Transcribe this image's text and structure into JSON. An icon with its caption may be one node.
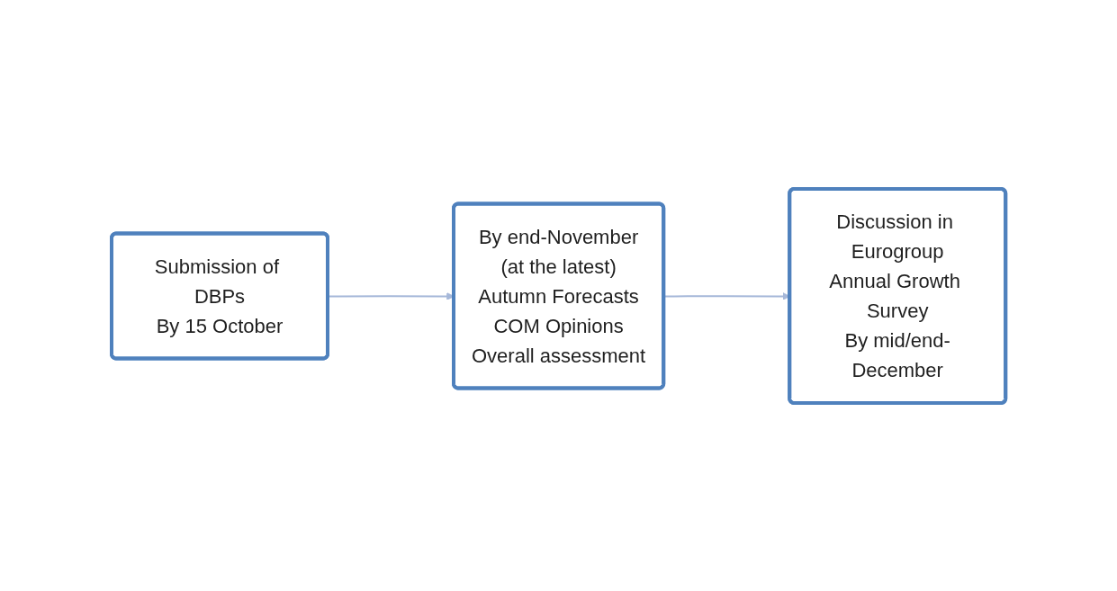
{
  "diagram": {
    "nodes": [
      {
        "text": [
          "Submission of DBPs",
          "By 15 October"
        ]
      },
      {
        "text": [
          "By end-November",
          "(at the latest)",
          "Autumn Forecasts",
          "COM Opinions",
          "Overall assessment"
        ]
      },
      {
        "text": [
          "Discussion in Eurogroup",
          "Annual Growth Survey",
          "By mid/end-December"
        ]
      }
    ],
    "edges": [
      {
        "from": 0,
        "to": 1,
        "arrow": "to"
      },
      {
        "from": 1,
        "to": 2,
        "arrow": "to"
      }
    ]
  }
}
